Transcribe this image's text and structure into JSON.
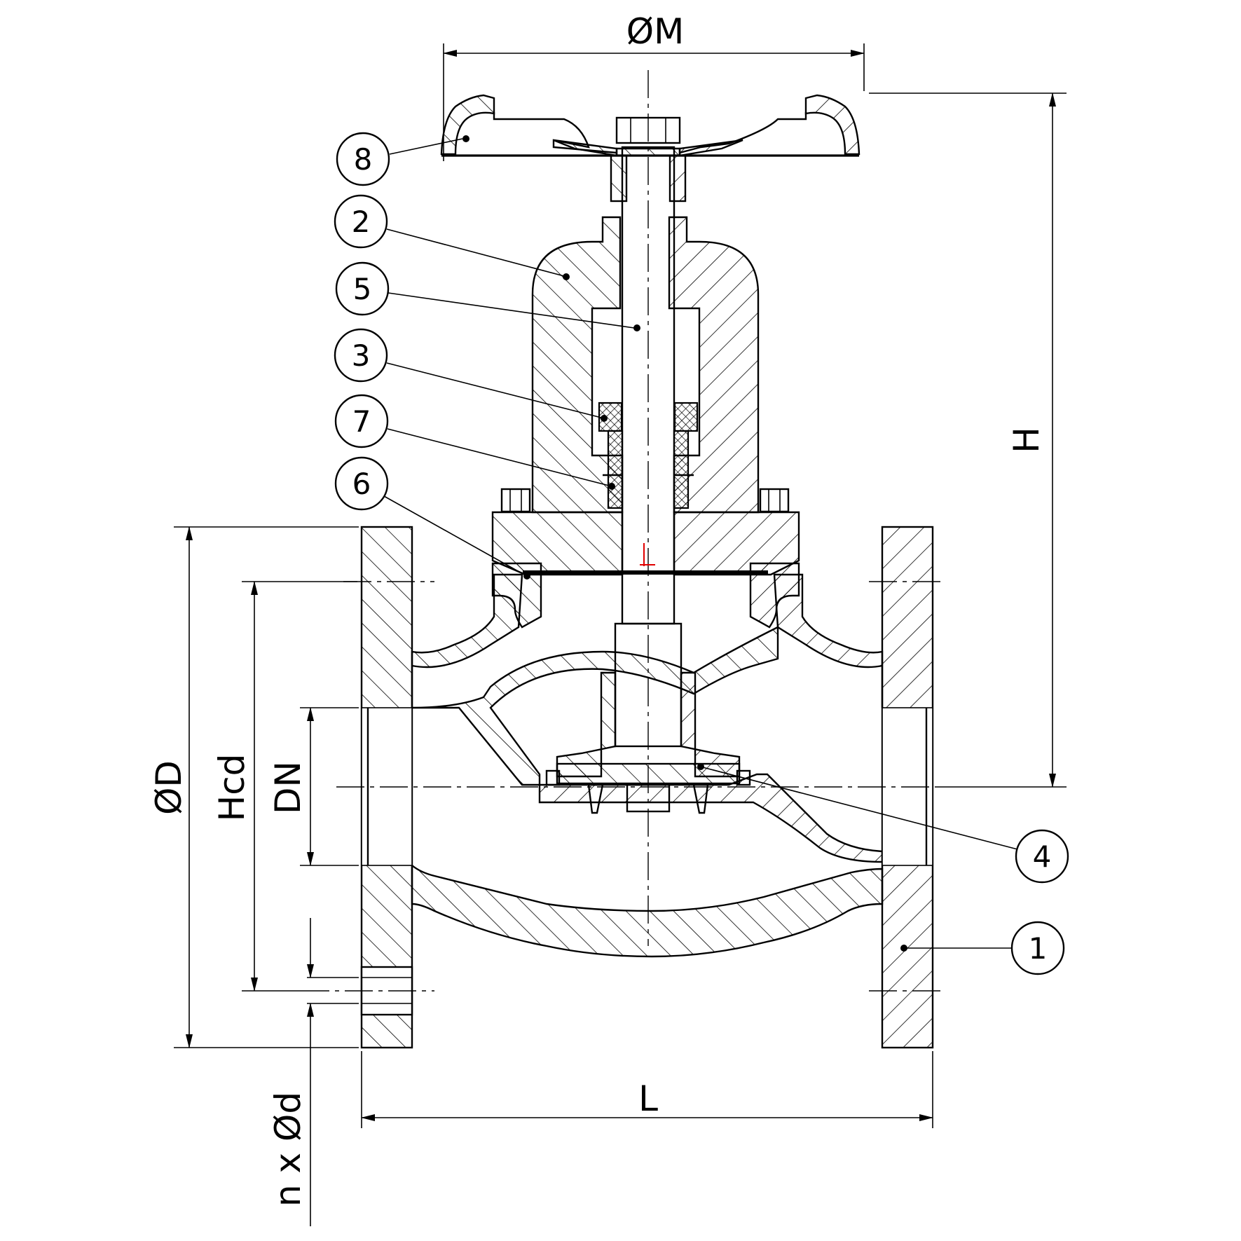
{
  "dimensions": {
    "M": "ØM",
    "H": "H",
    "D": "ØD",
    "Hcd": "Hcd",
    "DN": "DN",
    "L": "L",
    "nd": "n x Ød"
  },
  "callouts": [
    {
      "number": "8"
    },
    {
      "number": "2"
    },
    {
      "number": "5"
    },
    {
      "number": "3"
    },
    {
      "number": "7"
    },
    {
      "number": "6"
    },
    {
      "number": "4"
    },
    {
      "number": "1"
    }
  ],
  "colors": {
    "line": "#000000",
    "background": "#ffffff",
    "origin_marker": "#e00000"
  }
}
